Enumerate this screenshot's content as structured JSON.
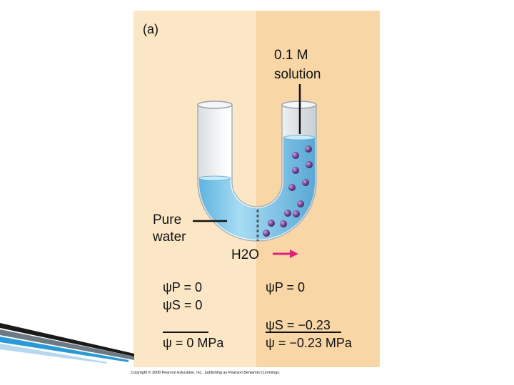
{
  "panel_label": "(a)",
  "solution_label_line1": "0.1 M",
  "solution_label_line2": "solution",
  "pure_water_line1": "Pure",
  "pure_water_line2": "water",
  "flow_label": "H2O",
  "left_eq": {
    "psi_p": "ψP = 0",
    "psi_s": "ψS = 0",
    "psi": "ψ = 0 MPa"
  },
  "right_eq": {
    "psi_p": "ψP = 0",
    "psi_s": "ψS = −0.23",
    "psi": "ψ = −0.23 MPa"
  },
  "credit": "Copyright © 2008 Pearson Education, Inc., publishing as Pearson Benjamin Cummings.",
  "colors": {
    "left_bg": "#fbe7c6",
    "right_bg": "#f8d6a6",
    "water": "#8fd0ee",
    "water_dark": "#4fa9d8",
    "solute": "#7d4f9e",
    "arrow": "#e0207e"
  }
}
